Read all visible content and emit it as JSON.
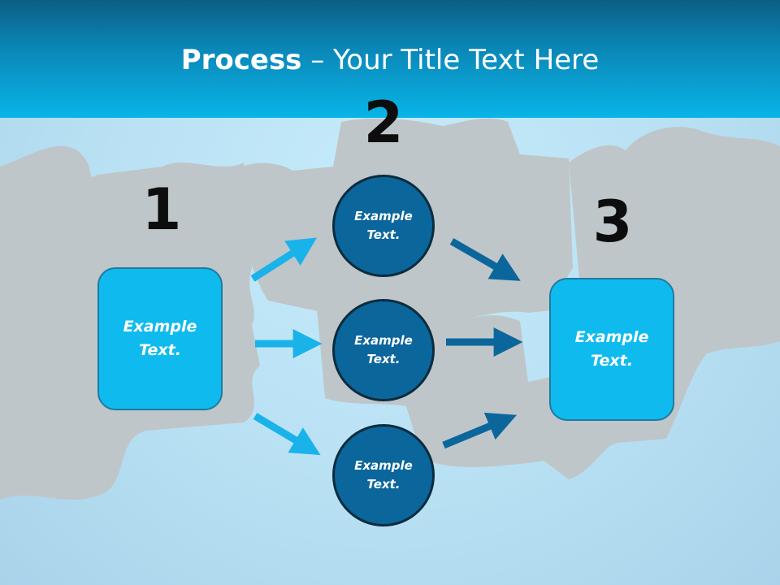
{
  "title": {
    "bold": "Process",
    "rest": " – Your Title Text Here"
  },
  "steps": [
    {
      "number": "1"
    },
    {
      "number": "2"
    },
    {
      "number": "3"
    }
  ],
  "input_box": {
    "text": "Example Text."
  },
  "circles": [
    {
      "text": "Example Text."
    },
    {
      "text": "Example Text."
    },
    {
      "text": "Example Text."
    }
  ],
  "output_box": {
    "text": "Example Text."
  },
  "colors": {
    "header_dark": "#0b5e83",
    "header_light": "#09b4e7",
    "box_fill": "#0fbbee",
    "circle_fill": "#0b669c",
    "arrow_light": "#19b3ea",
    "arrow_dark": "#0b669c",
    "puzzle_gray": "#c0c6c9"
  }
}
